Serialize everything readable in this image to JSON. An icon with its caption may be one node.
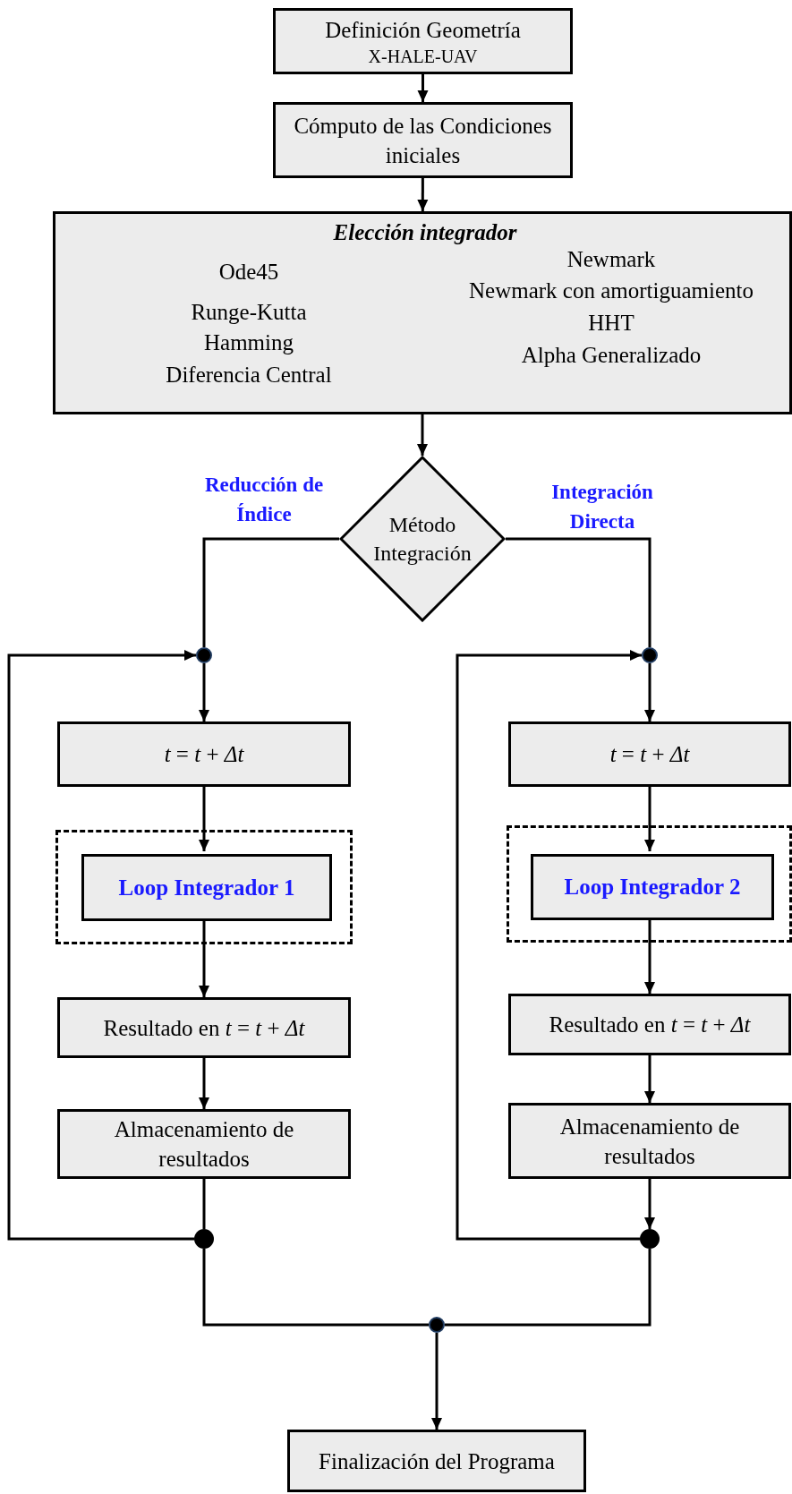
{
  "diagram": {
    "nodes": [
      {
        "text": [
          "Definición Geometría",
          "X-HALE-UAV"
        ]
      },
      {
        "text": [
          "Cómputo de las Condiciones iniciales"
        ]
      },
      {
        "text": [
          "Elección integrador",
          "Ode45",
          "Runge-Kutta",
          "Hamming",
          "Diferencia Central",
          "Newmark",
          "Newmark con amortiguamiento",
          "HHT",
          "Alpha Generalizado"
        ]
      },
      {
        "text": [
          "Método Integración"
        ]
      },
      {
        "text": [],
        "shape": "circle"
      },
      {
        "text": [],
        "shape": "circle"
      },
      {
        "text": [
          "*t* = *t* + *Δt*"
        ]
      },
      {
        "text": [],
        "shape": "box"
      },
      {
        "text": [
          "Loop Integrador 1"
        ],
        "in": 7
      },
      {
        "text": [
          "Resultado en *t* = *t* + *Δt*"
        ]
      },
      {
        "text": [
          "Almacenamiento de resultados"
        ]
      },
      {
        "text": [],
        "shape": "circle"
      },
      {
        "text": [
          "*t* = *t* + *Δt*"
        ]
      },
      {
        "text": [],
        "shape": "box"
      },
      {
        "text": [
          "Loop Integrador 2"
        ],
        "in": 13
      },
      {
        "text": [
          "Resultado en *t* = *t* + *Δt*"
        ]
      },
      {
        "text": [
          "Almacenamiento de resultados"
        ]
      },
      {
        "text": [],
        "shape": "circle"
      },
      {
        "text": [],
        "shape": "circle"
      },
      {
        "text": [
          "Finalización del Programa"
        ]
      }
    ],
    "edges": [
      {
        "from": 0,
        "to": 1,
        "arrow": "to"
      },
      {
        "from": 1,
        "to": 2,
        "arrow": "to"
      },
      {
        "from": 2,
        "to": 3,
        "arrow": "to"
      },
      {
        "from": 3,
        "to": 4,
        "arrow": "none",
        "label": "Reducción de Índice"
      },
      {
        "from": 3,
        "to": 5,
        "arrow": "none",
        "label": "Integración Directa"
      },
      {
        "from": 4,
        "to": 6,
        "arrow": "to"
      },
      {
        "from": 6,
        "to": 8,
        "arrow": "to"
      },
      {
        "from": 8,
        "to": 9,
        "arrow": "to"
      },
      {
        "from": 9,
        "to": 10,
        "arrow": "to"
      },
      {
        "from": 10,
        "to": 11,
        "arrow": "none"
      },
      {
        "from": 11,
        "to": 4,
        "arrow": "to"
      },
      {
        "from": 5,
        "to": 12,
        "arrow": "to"
      },
      {
        "from": 12,
        "to": 14,
        "arrow": "to"
      },
      {
        "from": 14,
        "to": 15,
        "arrow": "to"
      },
      {
        "from": 15,
        "to": 16,
        "arrow": "to"
      },
      {
        "from": 16,
        "to": 17,
        "arrow": "to"
      },
      {
        "from": 17,
        "to": 5,
        "arrow": "to"
      },
      {
        "from": 11,
        "to": 18,
        "arrow": "none"
      },
      {
        "from": 17,
        "to": 18,
        "arrow": "none"
      },
      {
        "from": 18,
        "to": 19,
        "arrow": "to"
      }
    ]
  }
}
